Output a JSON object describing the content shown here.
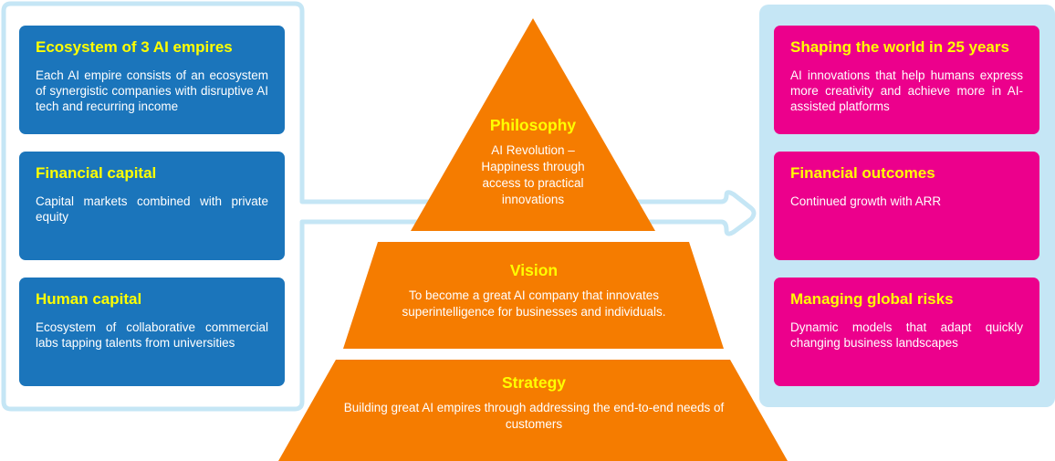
{
  "left_cards": [
    {
      "title": "Ecosystem of 3 AI empires",
      "text": "Each AI empire consists of an ecosystem of synergistic companies with disruptive AI tech and recurring income"
    },
    {
      "title": "Financial capital",
      "text": "Capital markets combined with private equity"
    },
    {
      "title": "Human capital",
      "text": "Ecosystem of collaborative commercial labs tapping talents from universities"
    }
  ],
  "pyramid": [
    {
      "title": "Philosophy",
      "text": "AI Revolution – Happiness through access to practical innovations"
    },
    {
      "title": "Vision",
      "text": "To become a great AI company that innovates superintelligence for businesses and individuals."
    },
    {
      "title": "Strategy",
      "text": "Building great AI empires through addressing the end-to-end needs of customers"
    }
  ],
  "right_cards": [
    {
      "title": "Shaping the world in 25 years",
      "text": "AI innovations that help humans express more creativity and achieve more in AI-assisted platforms"
    },
    {
      "title": "Financial outcomes",
      "text": "Continued growth with ARR"
    },
    {
      "title": "Managing global risks",
      "text": "Dynamic models that adapt quickly changing business landscapes"
    }
  ],
  "colors": {
    "blue": "#1b75bb",
    "pink": "#ec008c",
    "orange": "#f57c00",
    "frame": "#c5e6f5",
    "title": "#ffff00"
  }
}
